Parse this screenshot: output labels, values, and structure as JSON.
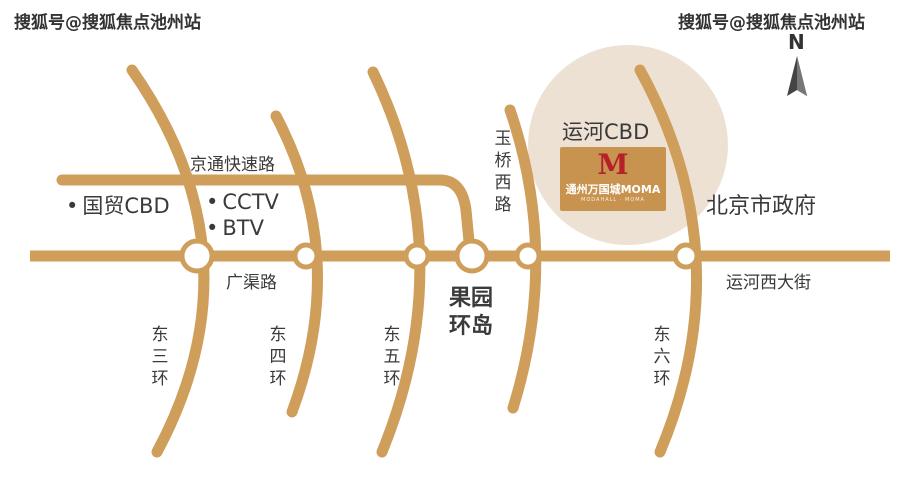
{
  "watermark": {
    "left": "搜狐号@搜狐焦点池州站",
    "right": "搜狐号@搜狐焦点池州站"
  },
  "compass": {
    "north": "N"
  },
  "roads": {
    "jingtong": "京通快速路",
    "guangqu": "广渠路",
    "yunhe_west": "运河西大街",
    "east3": [
      "东",
      "三",
      "环"
    ],
    "east4": [
      "东",
      "四",
      "环"
    ],
    "east5": [
      "东",
      "五",
      "环"
    ],
    "east6": [
      "东",
      "六",
      "环"
    ],
    "yuqiao": [
      "玉",
      "桥",
      "西",
      "路"
    ]
  },
  "places": {
    "guomao": "国贸CBD",
    "cctv": "CCTV",
    "btv": "BTV",
    "guoyuan": [
      "果园",
      "环岛"
    ],
    "yunhe_cbd": "运河CBD",
    "beijing_gov": "北京市政府"
  },
  "moma": {
    "title": "通州万国城MOMA",
    "sub": "MODAHALL · MOMA"
  },
  "colors": {
    "road": "#cf9e5b",
    "circle": "#ede1d3"
  }
}
